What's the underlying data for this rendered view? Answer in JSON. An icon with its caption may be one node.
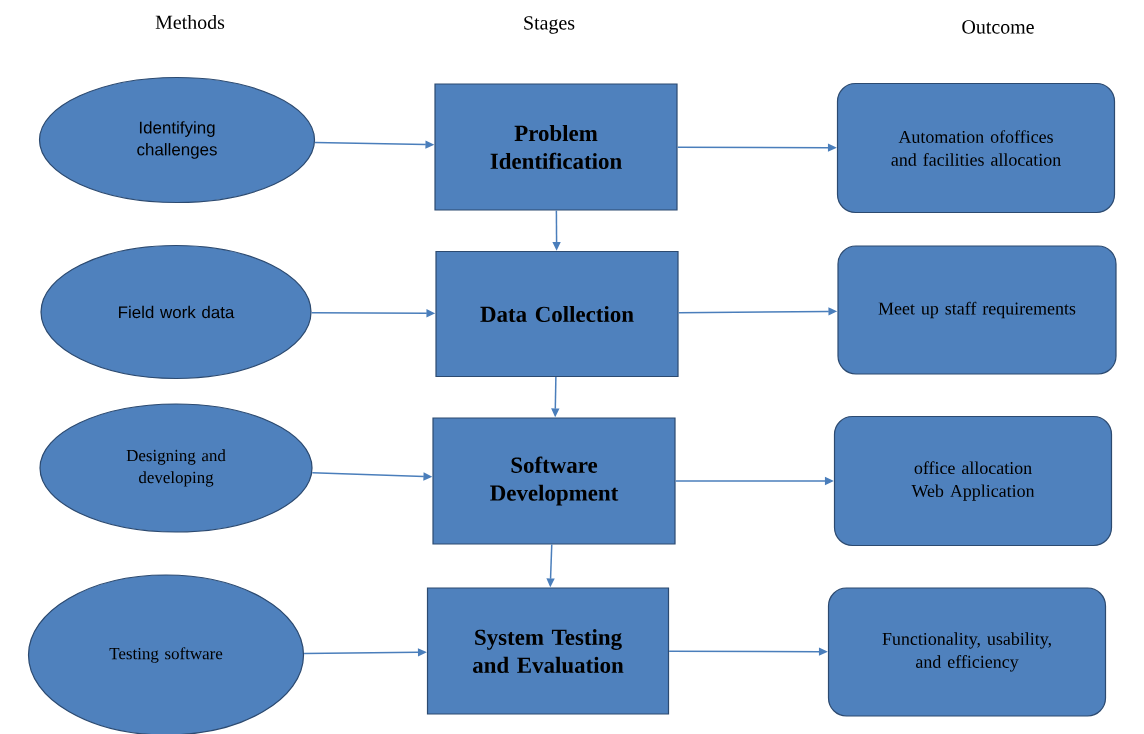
{
  "diagram": {
    "nodes": [
      {
        "text": [
          "Identifying challenges"
        ]
      },
      {
        "text": [
          "Problem Identification"
        ]
      },
      {
        "text": [
          "Automation ofoffices and facilities allocation"
        ]
      },
      {
        "text": [
          "Field work data"
        ]
      },
      {
        "text": [
          "Data Collection"
        ]
      },
      {
        "text": [
          "Meet up staff requirements"
        ]
      },
      {
        "text": [
          "Designing and developing"
        ]
      },
      {
        "text": [
          "Software Development"
        ]
      },
      {
        "text": [
          "office allocation Web Application"
        ]
      },
      {
        "text": [
          "Testing software"
        ]
      },
      {
        "text": [
          "System Testing and Evaluation"
        ]
      },
      {
        "text": [
          "Functionality, usability, and efficiency"
        ]
      }
    ],
    "edges": [
      {
        "from": 0,
        "to": 1,
        "arrow": "to"
      },
      {
        "from": 1,
        "to": 2,
        "arrow": "to"
      },
      {
        "from": 1,
        "to": 4,
        "arrow": "to"
      },
      {
        "from": 3,
        "to": 4,
        "arrow": "to"
      },
      {
        "from": 4,
        "to": 5,
        "arrow": "to"
      },
      {
        "from": 4,
        "to": 7,
        "arrow": "to"
      },
      {
        "from": 6,
        "to": 7,
        "arrow": "to"
      },
      {
        "from": 7,
        "to": 8,
        "arrow": "to"
      },
      {
        "from": 7,
        "to": 10,
        "arrow": "to"
      },
      {
        "from": 9,
        "to": 10,
        "arrow": "to"
      },
      {
        "from": 10,
        "to": 11,
        "arrow": "to"
      }
    ],
    "labels": [
      "Methods",
      "Stages",
      "Outcome"
    ]
  }
}
